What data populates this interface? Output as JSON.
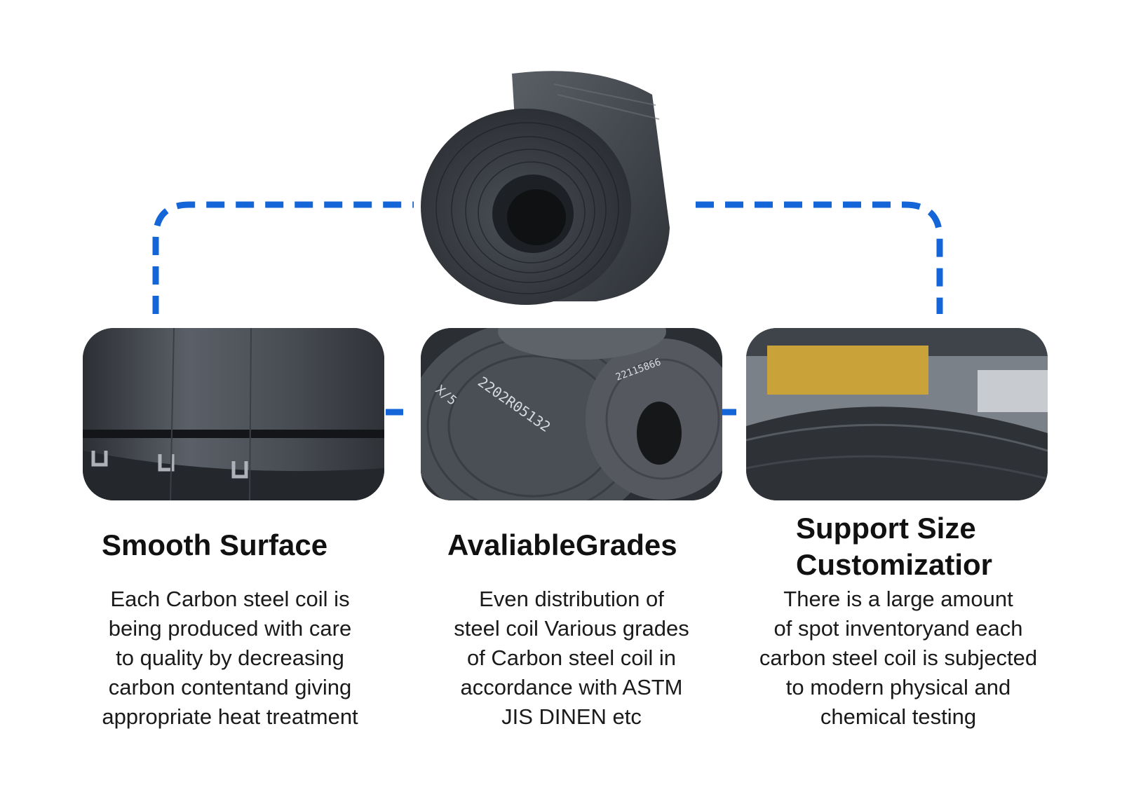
{
  "colors": {
    "connector": "#1466d8",
    "steel": "#3a3e44",
    "steel_dark": "#1f2226"
  },
  "features": [
    {
      "title": "Smooth Surface",
      "description": "Each Carbon steel coil is\nbeing produced with care\nto quality by decreasing\ncarbon contentand giving\nappropriate heat treatment"
    },
    {
      "title": "AvaliableGrades",
      "description": "Even distribution of\nsteel coil Various grades\nof Carbon steel coil in\naccordance with ASTM\nJIS DINEN etc"
    },
    {
      "title": "Support Size\nCustomizatior",
      "description": "There is a large amount\nof spot inventoryand each\ncarbon steel coil is subjected\nto modern physical and\nchemical testing"
    }
  ],
  "coil_markings": [
    "2202R05132",
    "X/5",
    "22115866"
  ]
}
